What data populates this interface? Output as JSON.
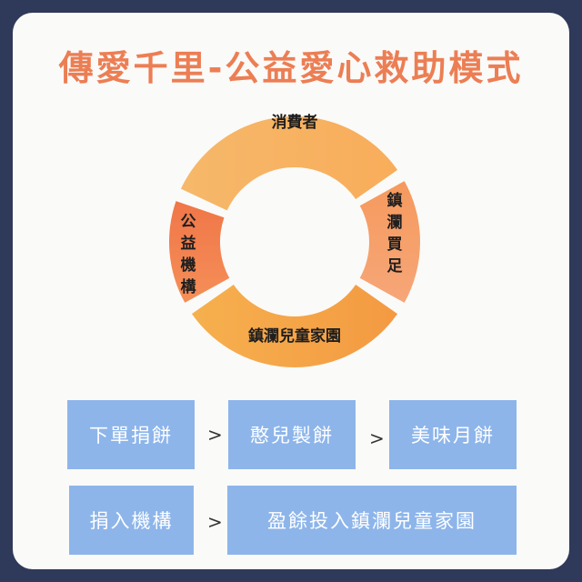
{
  "title": "傳愛千里-公益愛心救助模式",
  "cycle": {
    "top": "消費者",
    "right": "鎮瀾買足",
    "bottom": "鎮瀾兒童家園",
    "left": "公益機構"
  },
  "flow": {
    "row1": [
      "下單捐餅",
      "憨兒製餅",
      "美味月餅"
    ],
    "row2": [
      "捐入機構",
      "盈餘投入鎮瀾兒童家園"
    ],
    "arrow": ">"
  },
  "colors": {
    "background": "#2f3a5a",
    "title": "#ec7e54",
    "box": "#8db5ea",
    "segment_top": "#f7b667",
    "segment_right": "#f6a070",
    "segment_bottom": "#f6aa4a",
    "segment_left": "#f2844f"
  }
}
